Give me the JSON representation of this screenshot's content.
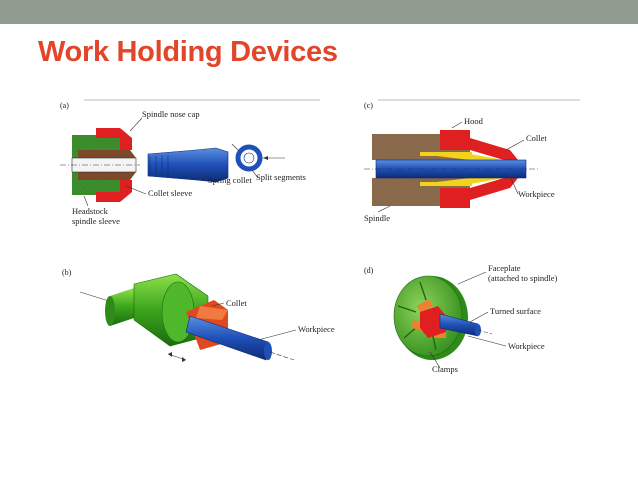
{
  "slide": {
    "title": "Work Holding Devices",
    "colors": {
      "topbar": "#8f9c8f",
      "title": "#e2452a"
    }
  },
  "figures": {
    "a": {
      "tag": "(a)",
      "labels": {
        "spindle_nose_cap": "Spindle nose cap",
        "spring_collet": "Spring collet",
        "split_segments": "Split segments",
        "collet_sleeve": "Collet sleeve",
        "headstock_line1": "Headstock",
        "headstock_line2": "spindle sleeve"
      }
    },
    "b": {
      "tag": "(b)",
      "labels": {
        "collet": "Collet",
        "workpiece": "Workpiece"
      }
    },
    "c": {
      "tag": "(c)",
      "labels": {
        "hood": "Hood",
        "collet": "Collet",
        "workpiece": "Workpiece",
        "spindle": "Spindle"
      }
    },
    "d": {
      "tag": "(d)",
      "labels": {
        "faceplate_line1": "Faceplate",
        "faceplate_line2": "(attached to spindle)",
        "turned_surface": "Turned surface",
        "workpiece": "Workpiece",
        "clamps": "Clamps"
      }
    }
  }
}
